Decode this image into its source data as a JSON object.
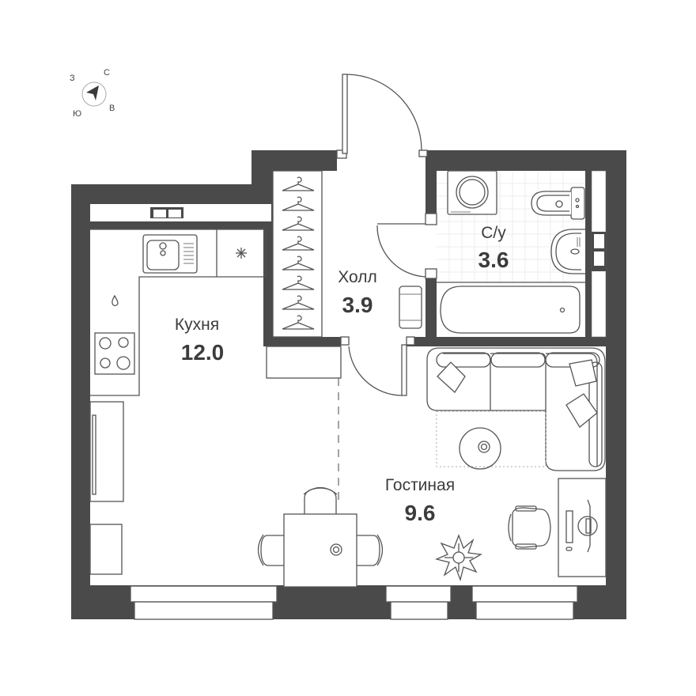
{
  "compass": {
    "north": "С",
    "east": "В",
    "south": "Ю",
    "west": "З",
    "arrow_icon": "compass-arrow-icon"
  },
  "rooms": [
    {
      "id": "kitchen",
      "name": "Кухня",
      "area": "12.0"
    },
    {
      "id": "hall",
      "name": "Холл",
      "area": "3.9"
    },
    {
      "id": "bathroom",
      "name": "С/у",
      "area": "3.6"
    },
    {
      "id": "living",
      "name": "Гостиная",
      "area": "9.6"
    }
  ],
  "colors": {
    "wall": "#4a4a4a",
    "line": "#555555",
    "text": "#3c3c3c",
    "background": "#ffffff"
  }
}
